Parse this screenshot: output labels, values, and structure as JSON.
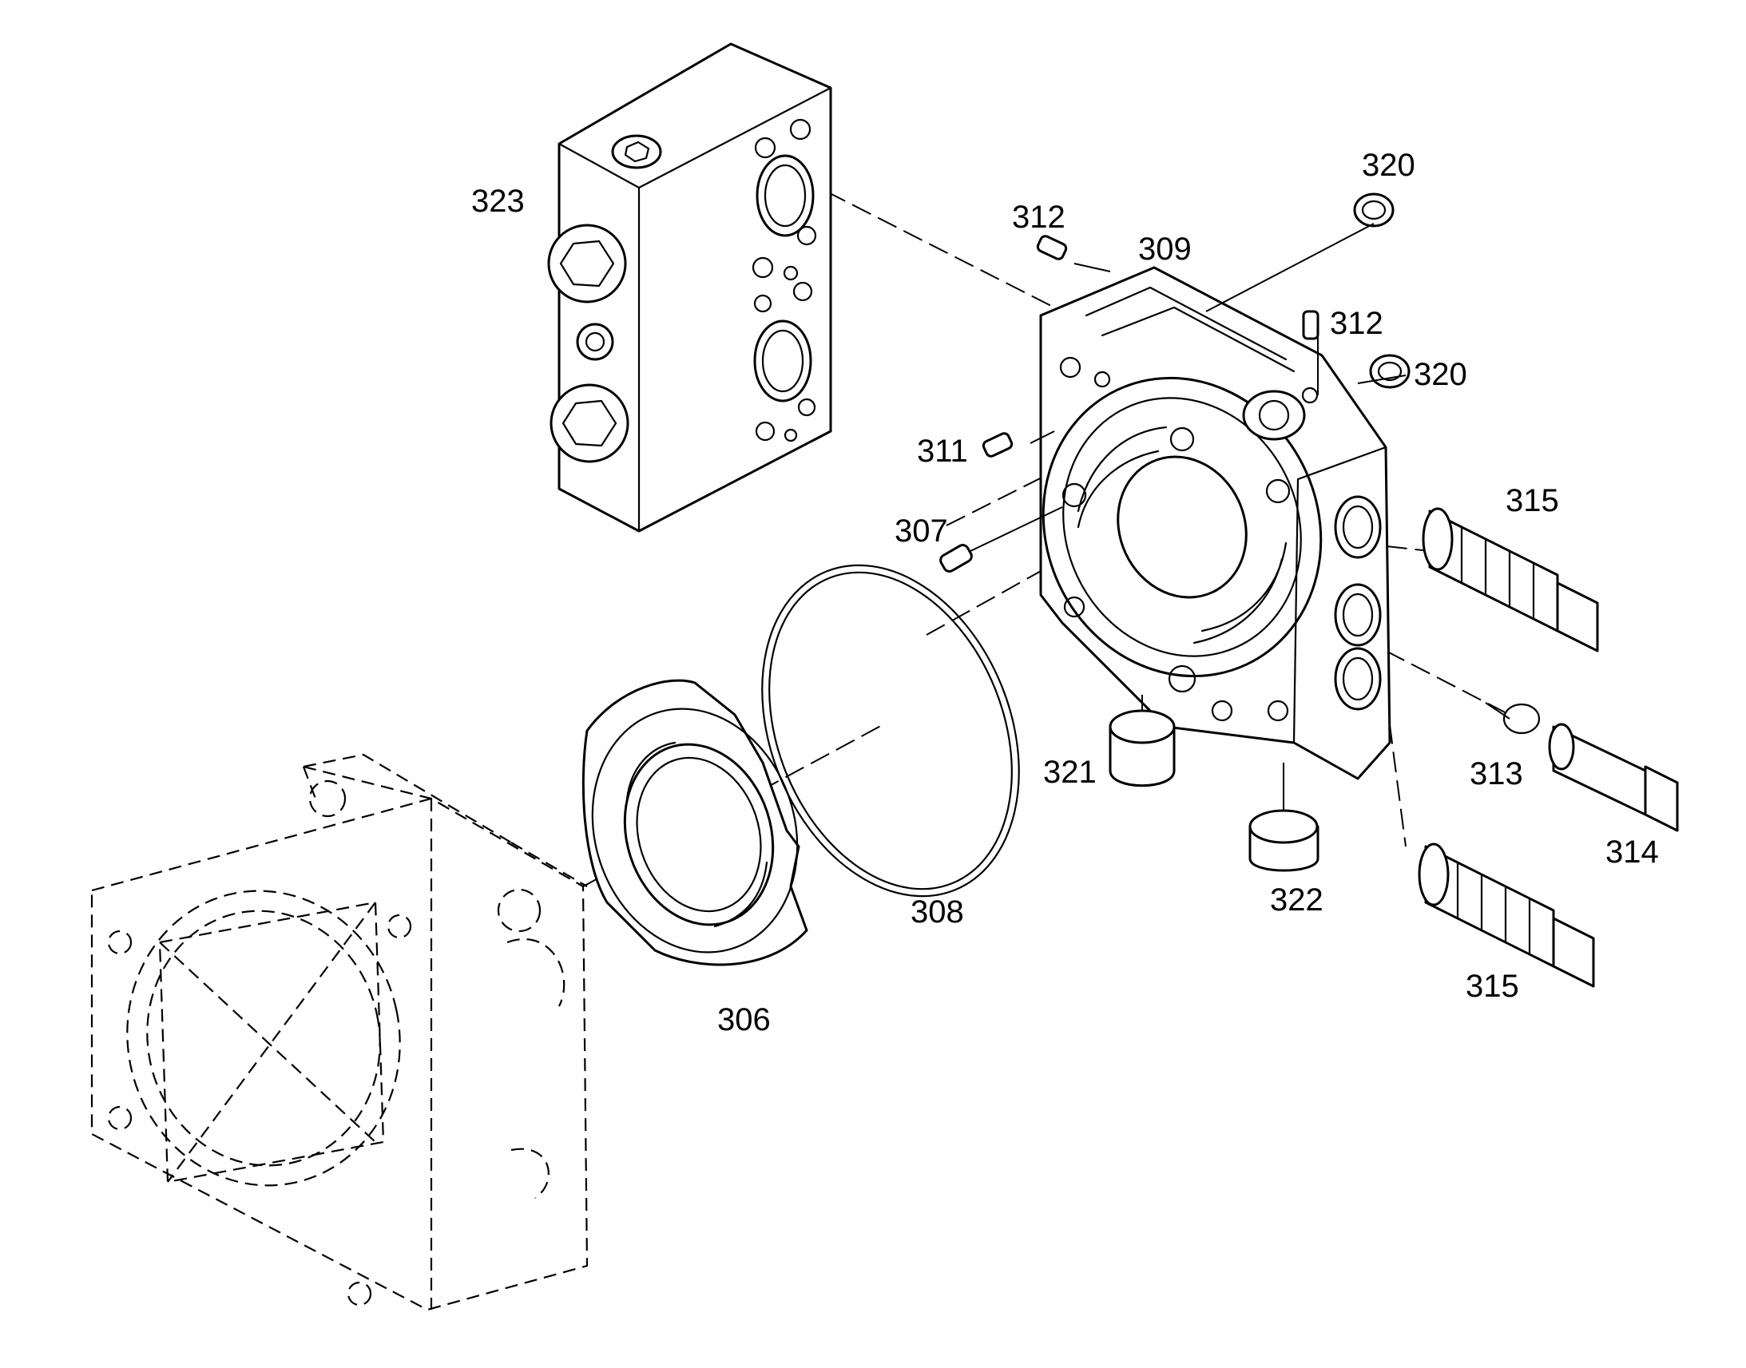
{
  "callouts": [
    {
      "id": "323",
      "text": "323"
    },
    {
      "id": "312a",
      "text": "312"
    },
    {
      "id": "309",
      "text": "309"
    },
    {
      "id": "320a",
      "text": "320"
    },
    {
      "id": "312b",
      "text": "312"
    },
    {
      "id": "320b",
      "text": "320"
    },
    {
      "id": "311",
      "text": "311"
    },
    {
      "id": "307",
      "text": "307"
    },
    {
      "id": "315a",
      "text": "315"
    },
    {
      "id": "313",
      "text": "313"
    },
    {
      "id": "314",
      "text": "314"
    },
    {
      "id": "321",
      "text": "321"
    },
    {
      "id": "322",
      "text": "322"
    },
    {
      "id": "308",
      "text": "308"
    },
    {
      "id": "306",
      "text": "306"
    },
    {
      "id": "315b",
      "text": "315"
    }
  ]
}
